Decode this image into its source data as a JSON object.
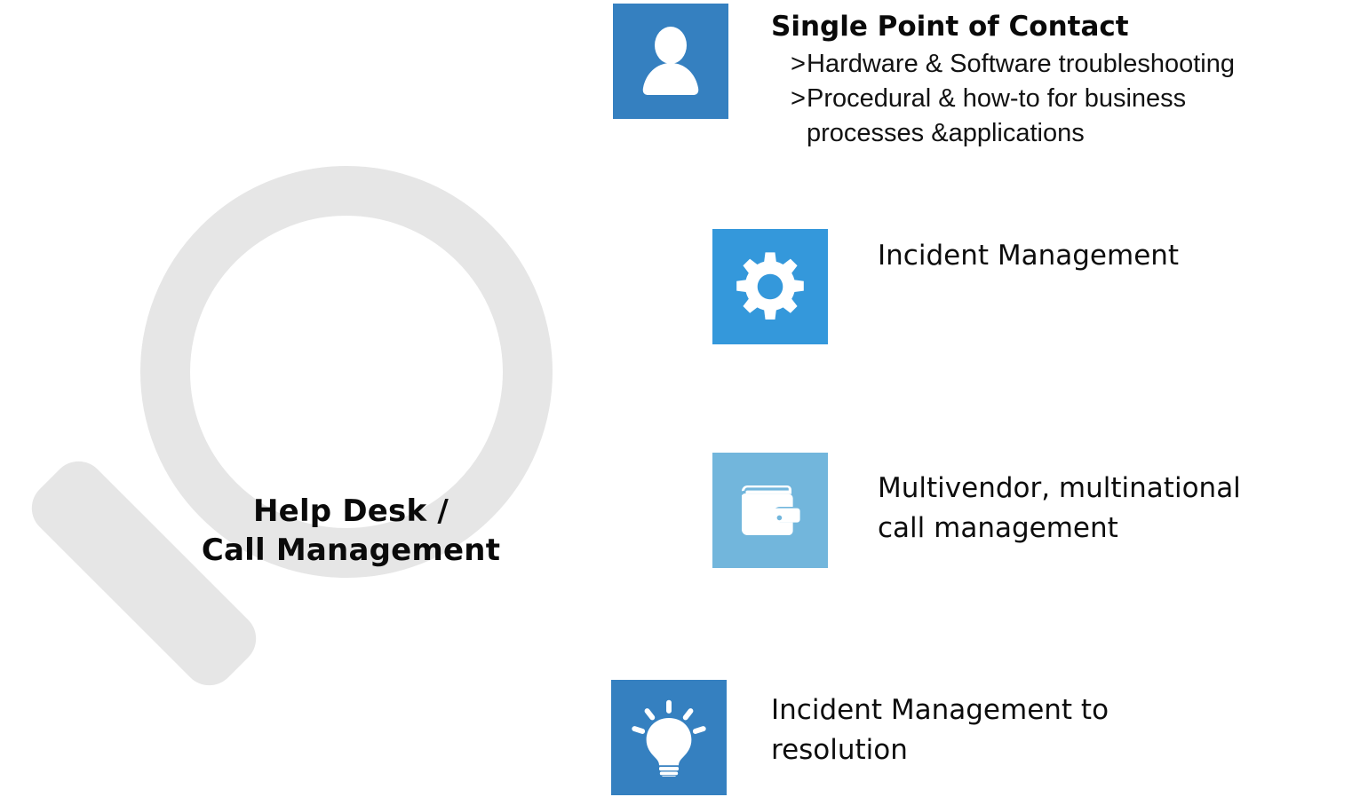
{
  "center": {
    "line1": "Help Desk /",
    "line2": "Call Management",
    "icon": "magnifier-icon",
    "color": "#e6e6e6"
  },
  "features": [
    {
      "id": "single-point-of-contact",
      "icon": "person-icon",
      "tile_color": "#3580c0",
      "title": "Single Point of Contact",
      "title_weight": "bold",
      "bullets": [
        {
          "marker": ">",
          "text": "Hardware & Software troubleshooting"
        },
        {
          "marker": ">",
          "text": "Procedural & how-to for business\nprocesses &applications"
        }
      ]
    },
    {
      "id": "incident-management",
      "icon": "gear-icon",
      "tile_color": "#3498db",
      "title": "Incident Management",
      "title_weight": "regular",
      "bullets": []
    },
    {
      "id": "multivendor-call-management",
      "icon": "wallet-icon",
      "tile_color": "#72b6dc",
      "title": "Multivendor, multinational\ncall management",
      "title_weight": "regular",
      "bullets": []
    },
    {
      "id": "incident-management-to-resolution",
      "icon": "lightbulb-icon",
      "tile_color": "#3580c0",
      "title": "Incident Management to\nresolution",
      "title_weight": "regular",
      "bullets": []
    }
  ]
}
